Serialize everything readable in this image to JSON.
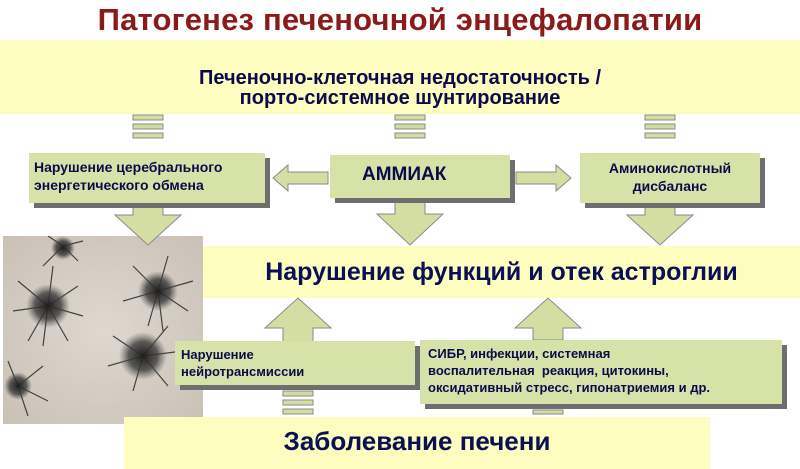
{
  "title": "Патогенез печеночной энцефалопатии",
  "top_band": {
    "line1": "Печеночно-клеточная недостаточность /",
    "line2": "порто-системное шунтирование"
  },
  "boxes": {
    "cerebral_energy": {
      "line1": "Нарушение церебрального",
      "line2": "энергетического обмена"
    },
    "ammonia": "АММИАК",
    "amino_acid": {
      "line1": "Аминокислотный",
      "line2": "дисбаланс"
    },
    "neurotransmission": {
      "line1": "Нарушение",
      "line2": "нейротрансмиссии"
    },
    "sibr": {
      "line1": "СИБР, инфекции, системная",
      "line2": "воспалительная  реакция, цитокины,",
      "line3": "оксидативный стресс, гипонатриемия и др."
    }
  },
  "middle_band": "Нарушение функций и отек астроглии",
  "bottom_band": "Заболевание печени",
  "colors": {
    "title": "#8b1a1a",
    "band": "#fdfdc0",
    "box": "#d7e2a8",
    "arrow": "#d4dea3",
    "text": "#0b0b4a"
  }
}
